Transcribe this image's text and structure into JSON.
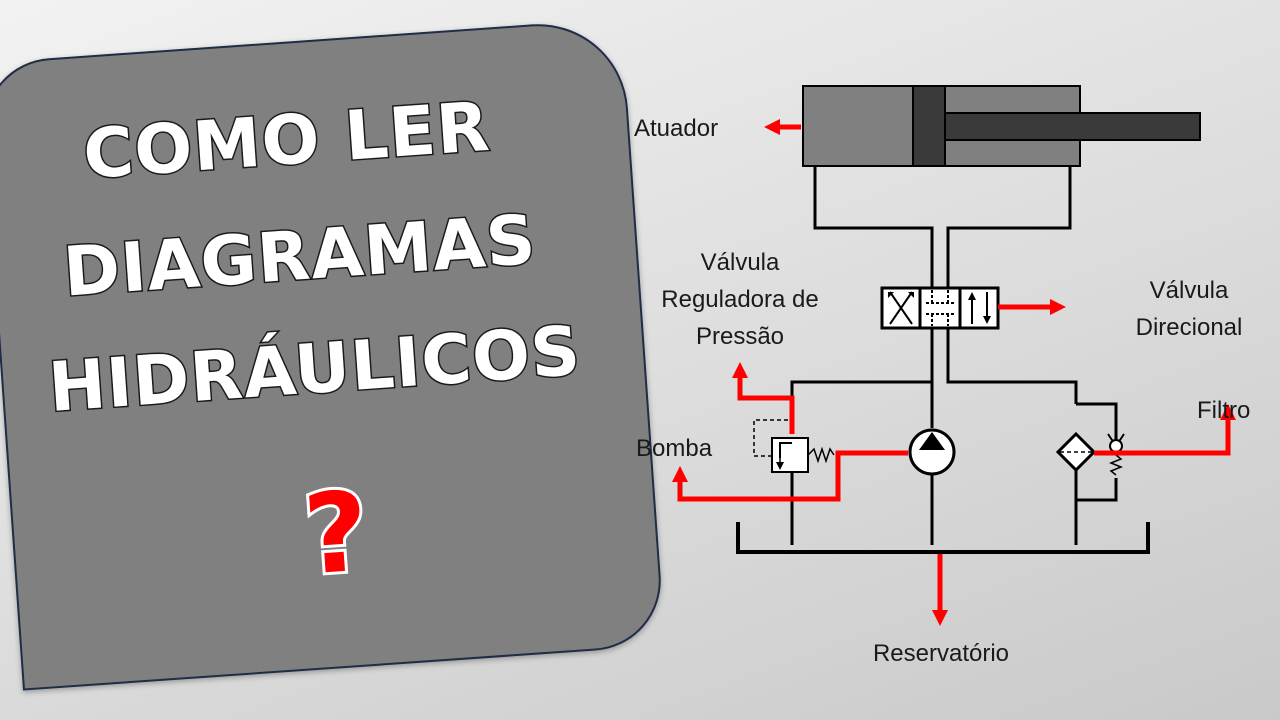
{
  "title": {
    "line1": "COMO LER",
    "line2": "DIAGRAMAS",
    "line3": "HIDRÁULICOS",
    "mark": "?"
  },
  "labels": {
    "atuador": "Atuador",
    "valvula_reguladora": [
      "Válvula",
      "Reguladora de",
      "Pressão"
    ],
    "valvula_direcional": [
      "Válvula",
      "Direcional"
    ],
    "bomba": "Bomba",
    "filtro": "Filtro",
    "reservatorio": "Reservatório"
  },
  "colors": {
    "accent": "#ff0000",
    "card": "#808080",
    "cylinder": "#808080",
    "piston": "#3a3a3a"
  }
}
